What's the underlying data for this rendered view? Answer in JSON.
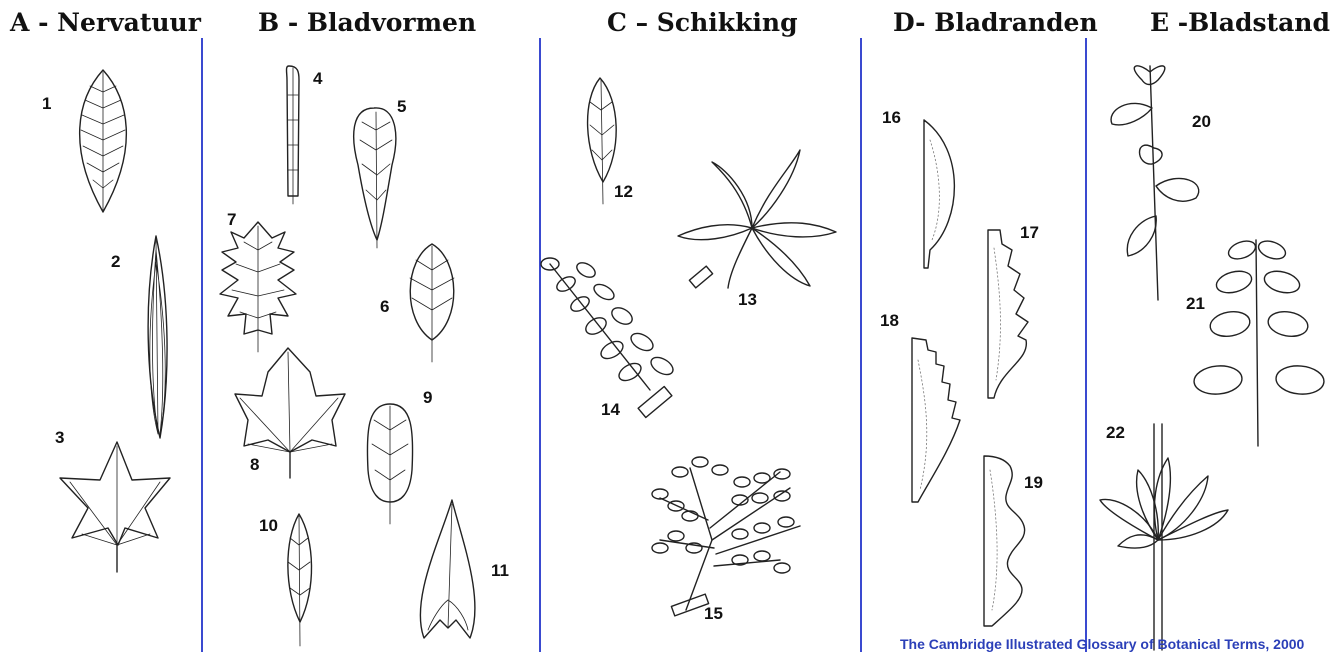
{
  "headings": {
    "a": "A - Nervatuur",
    "b": "B - Bladvormen",
    "c": "C – Schikking",
    "d": "D- Bladranden",
    "e": "E -Bladstand"
  },
  "labels": [
    "1",
    "2",
    "3",
    "4",
    "5",
    "6",
    "7",
    "8",
    "9",
    "10",
    "11",
    "12",
    "13",
    "14",
    "15",
    "16",
    "17",
    "18",
    "19",
    "20",
    "21",
    "22"
  ],
  "credit": "The Cambridge Illustrated Glossary of Botanical Terms, 2000",
  "colors": {
    "divider": "#3a4ad0",
    "credit": "#2b3fb8",
    "ink": "#222222"
  }
}
